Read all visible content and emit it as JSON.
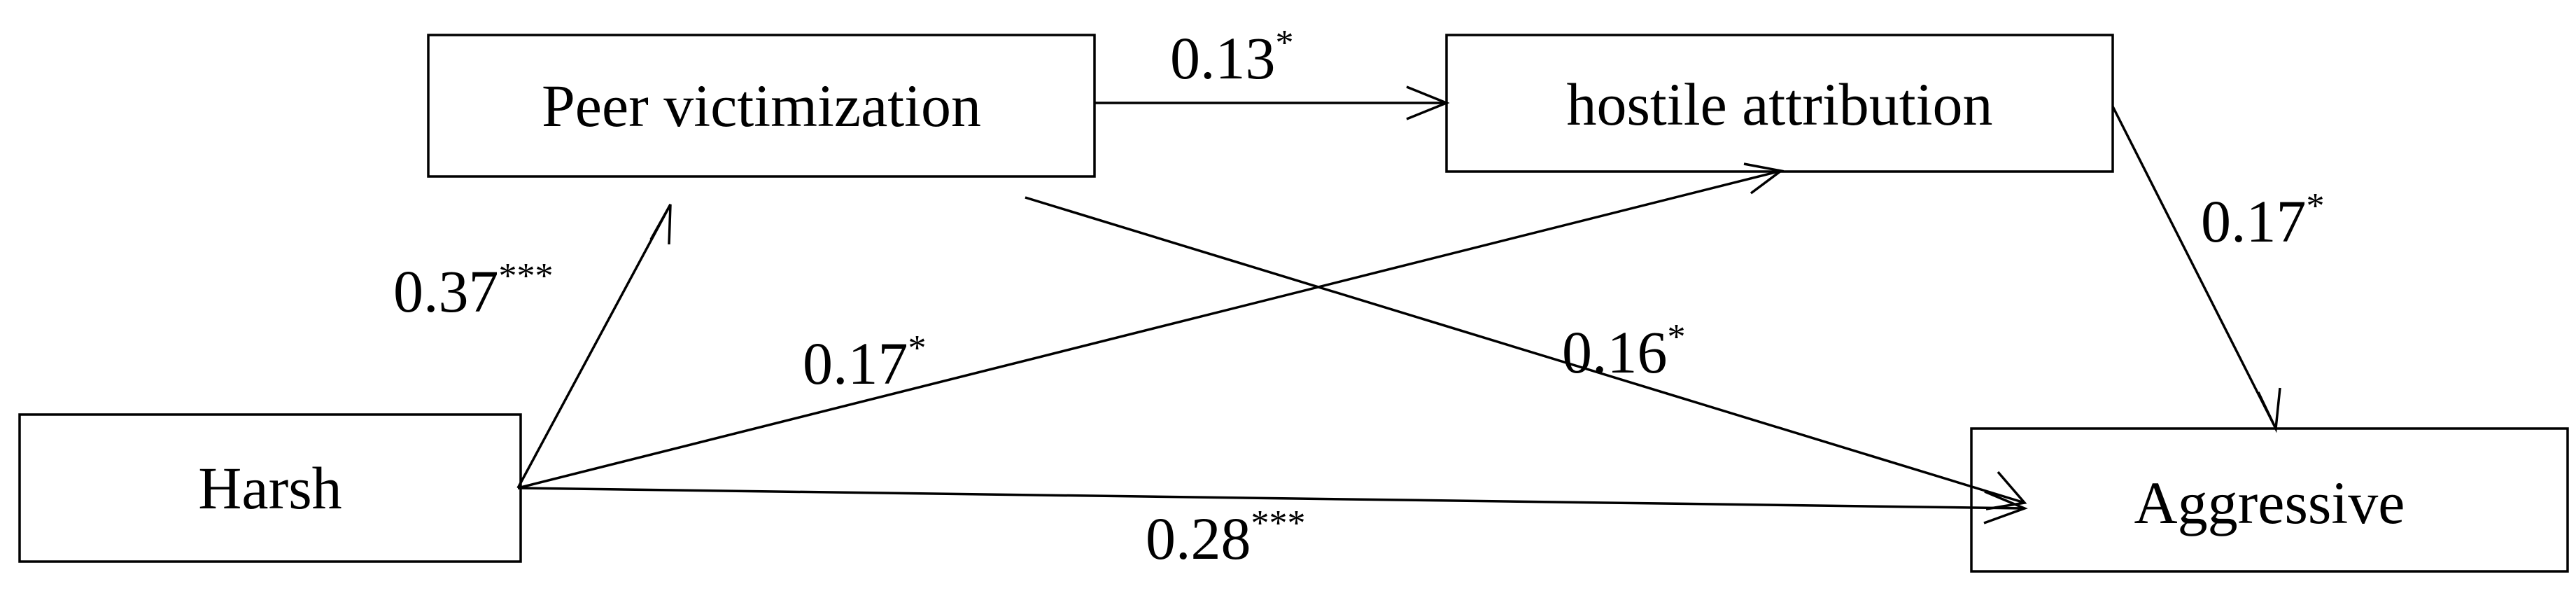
{
  "nodes": {
    "harsh": "Harsh",
    "peer": "Peer victimization",
    "hostile": "hostile attribution",
    "aggressive": "Aggressive"
  },
  "paths": {
    "harsh_peer": {
      "value": "0.37",
      "sig": "***"
    },
    "peer_hostile": {
      "value": "0.13",
      "sig": "*"
    },
    "hostile_aggressive": {
      "value": "0.17",
      "sig": "*"
    },
    "harsh_hostile": {
      "value": "0.17",
      "sig": "*"
    },
    "peer_aggressive": {
      "value": "0.16",
      "sig": "*"
    },
    "harsh_aggressive": {
      "value": "0.28",
      "sig": "***"
    }
  }
}
